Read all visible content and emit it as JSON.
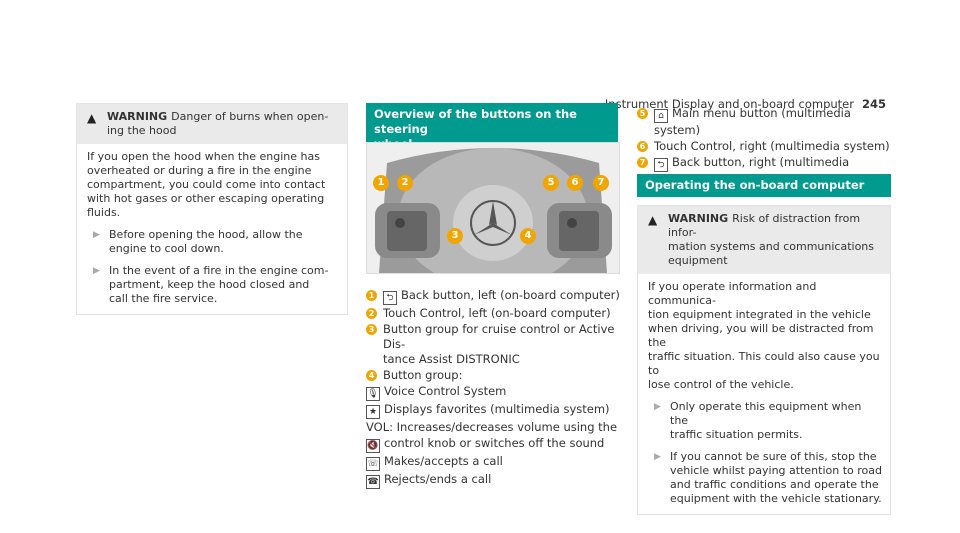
{
  "header": {
    "title": "Instrument Display and on-board computer",
    "page": "245"
  },
  "warning1": {
    "label": "WARNING",
    "title_l1": "Danger of burns when open-",
    "title_l2": "ing the hood",
    "body": [
      "If you open the hood when the engine has",
      "overheated or during a fire in the engine",
      "compartment, you could come into contact",
      "with hot gases or other escaping operating",
      "fluids."
    ],
    "step1": [
      "Before opening the hood, allow the",
      "engine to cool down."
    ],
    "step2": [
      "In the event of a fire in the engine com-",
      "partment, keep the hood closed and",
      "call the fire service."
    ]
  },
  "section1": {
    "title_l1": "Overview of the buttons on the steering",
    "title_l2": "wheel"
  },
  "callouts": [
    "1",
    "2",
    "3",
    "4",
    "5",
    "6",
    "7"
  ],
  "items_left": [
    {
      "n": "1",
      "sym": "⮌",
      "text": "Back button, left (on-board computer)"
    },
    {
      "n": "2",
      "text": "Touch Control, left (on-board computer)"
    },
    {
      "n": "3",
      "text": "Button group for cruise control or Active Dis-",
      "text2": "tance Assist DISTRONIC"
    },
    {
      "n": "4",
      "text": "Button group:"
    }
  ],
  "group4": [
    {
      "sym": "🎙",
      "text": "Voice Control System"
    },
    {
      "sym": "★",
      "text": "Displays favorites (multimedia system)"
    },
    {
      "text": "VOL: Increases/decreases volume using the"
    },
    {
      "sym": "🔇",
      "text": "control knob or switches off the sound"
    },
    {
      "sym": "☏",
      "text": "Makes/accepts a call"
    },
    {
      "sym": "☎",
      "text": "Rejects/ends a call"
    }
  ],
  "items_right": [
    {
      "n": "5",
      "sym": "⌂",
      "text": "Main menu button (multimedia system)"
    },
    {
      "n": "6",
      "text": "Touch Control, right (multimedia system)"
    },
    {
      "n": "7",
      "sym": "⮌",
      "text": "Back button, right (multimedia system)"
    }
  ],
  "section2": {
    "title": "Operating the on-board computer"
  },
  "warning2": {
    "label": "WARNING",
    "title": [
      "Risk of distraction from infor-",
      "mation systems and communications",
      "equipment"
    ],
    "body": [
      "If you operate information and communica-",
      "tion equipment integrated in the vehicle",
      "when driving, you will be distracted from the",
      "traffic situation. This could also cause you to",
      "lose control of the vehicle."
    ],
    "step1": [
      "Only operate this equipment when the",
      "traffic situation permits."
    ],
    "step2": [
      "If you cannot be sure of this, stop the",
      "vehicle whilst paying attention to road",
      "and traffic conditions and operate the",
      "equipment with the vehicle stationary."
    ]
  }
}
